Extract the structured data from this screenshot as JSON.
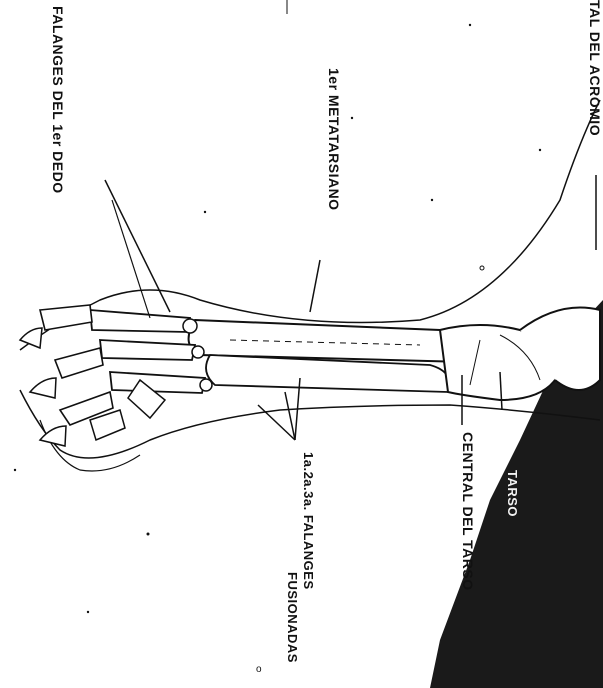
{
  "labels": {
    "phalanges_first_digit": "FALANGES DEL 1er DEDO",
    "first_metatarsal": "1er METATARSIANO",
    "top_right_partial": "TAL DEL ACROMIO",
    "tarsal": "TARSO",
    "central_tarsal": "CENTRAL DEL TARSO",
    "fused_phalanges_line1": "1a.2a.3a. FALANGES",
    "fused_phalanges_line2": "FUSIONADAS",
    "page_mark": "o"
  },
  "colors": {
    "ink": "#111111",
    "paper": "#ffffff",
    "shadow": "#1a1a1a"
  }
}
